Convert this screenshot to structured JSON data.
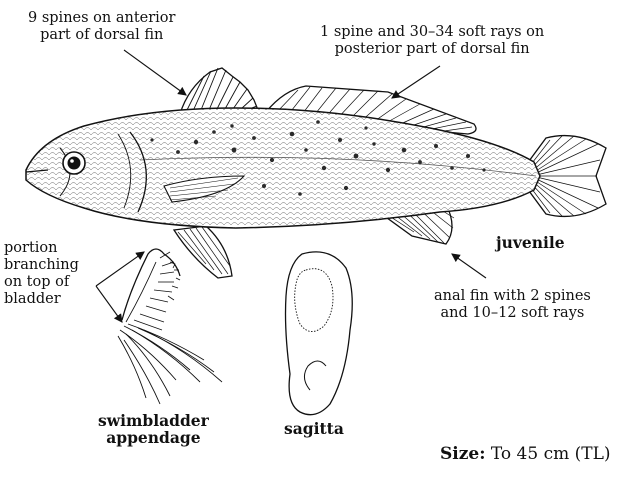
{
  "labels": {
    "dorsal_spines": [
      "9 spines on anterior",
      "part of dorsal fin"
    ],
    "dorsal_soft": [
      "1 spine and 30–34 soft rays on",
      "posterior part of dorsal fin"
    ],
    "juvenile": "juvenile",
    "branching": [
      "portion",
      "branching",
      "on top of",
      "bladder"
    ],
    "anal_fin": [
      "anal fin with 2 spines",
      "and 10–12 soft rays"
    ],
    "swimbladder": [
      "swimbladder",
      "appendage"
    ],
    "sagitta": "sagitta",
    "size_label": "Size:",
    "size_value": "To 45 cm (TL)"
  },
  "colors": {
    "ink": "#111111",
    "background": "#ffffff",
    "speckle": "#2a2a2a"
  }
}
